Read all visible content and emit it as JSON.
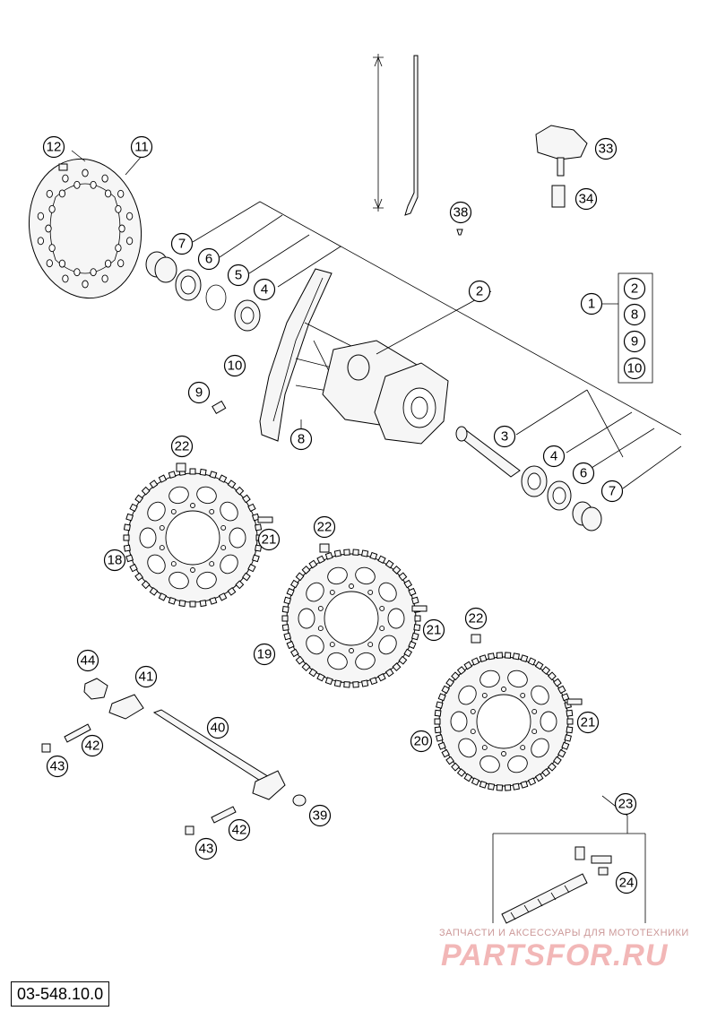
{
  "diagram": {
    "reference_code": "03-548.10.0",
    "callouts": [
      "1",
      "2",
      "3",
      "4",
      "5",
      "6",
      "7",
      "8",
      "9",
      "10",
      "11",
      "12",
      "18",
      "19",
      "20",
      "21",
      "22",
      "23",
      "24",
      "33",
      "34",
      "38",
      "39",
      "40",
      "41",
      "42",
      "43",
      "44"
    ],
    "kit_contents": [
      "2",
      "8",
      "9",
      "10"
    ]
  },
  "watermark": {
    "caption": "ЗАПЧАСТИ И АКСЕССУАРЫ ДЛЯ МОТОТЕХНИКИ",
    "logo": "PARTSFOR.RU"
  }
}
